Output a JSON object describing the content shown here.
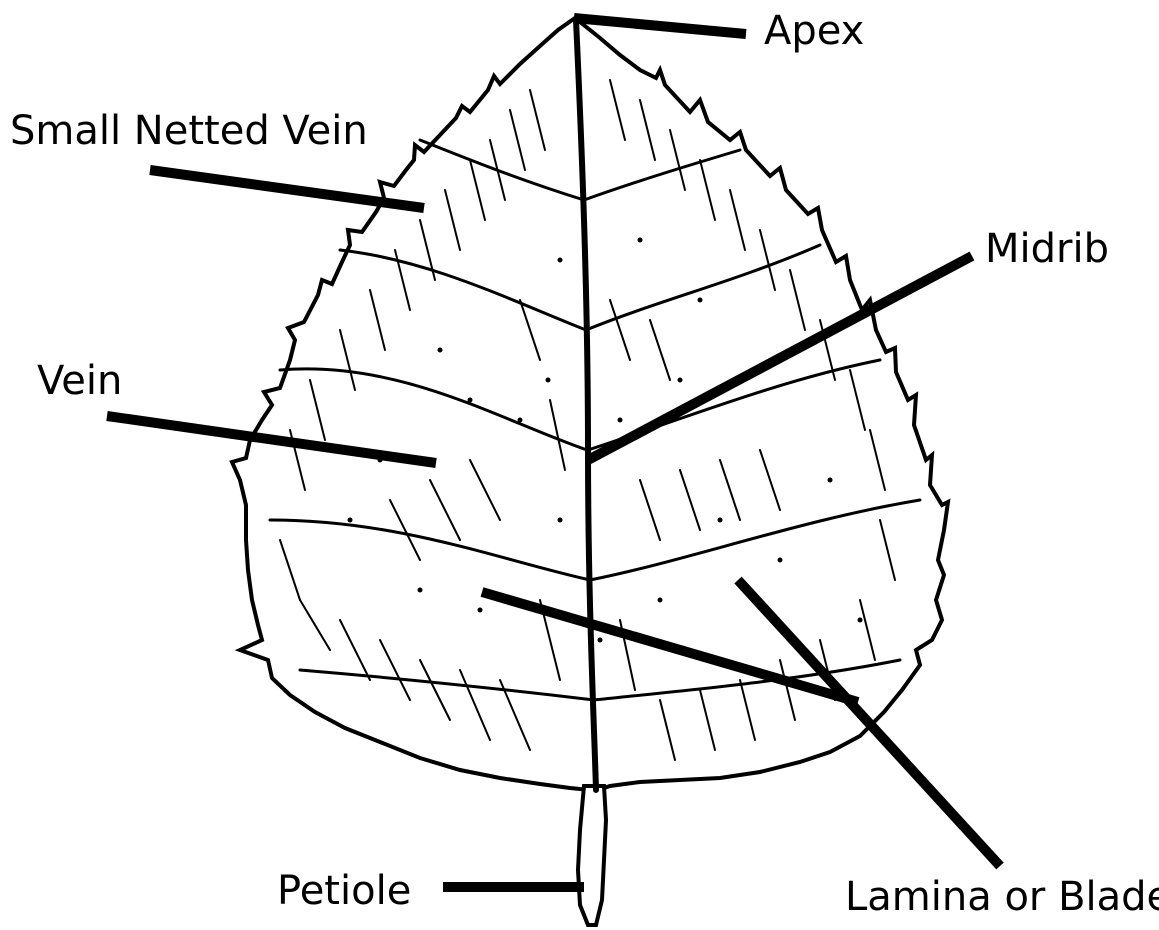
{
  "diagram": {
    "labels": {
      "apex": "Apex",
      "small_netted_vein": "Small Netted Vein",
      "midrib": "Midrib",
      "vein": "Vein",
      "petiole": "Petiole",
      "lamina": "Lamina or Blade"
    },
    "colors": {
      "ink": "#000000",
      "background": "#ffffff"
    }
  }
}
